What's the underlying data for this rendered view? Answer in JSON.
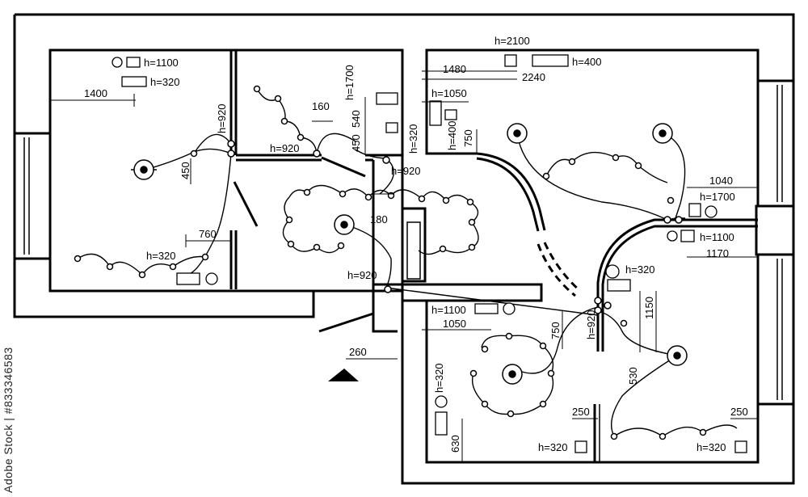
{
  "watermark": "Adobe Stock | #833346583",
  "dimensions": {
    "d_h1100_top": "h=1100",
    "d_h320_top": "h=320",
    "d_1400": "1400",
    "d_920_v": "h=920",
    "d_450": "450",
    "d_760": "760",
    "d_h320_left": "h=320",
    "d_h1700": "h=1700",
    "d_160": "160",
    "d_450b": "450",
    "d_540": "540",
    "d_h920_mid": "h=920",
    "d_h920_b": "h=920",
    "d_180": "180",
    "d_h320_v": "h=320",
    "d_h920_door": "h=920",
    "d_260": "260",
    "d_h2100": "h=2100",
    "d_1480": "1480",
    "d_2240": "2240",
    "d_h400": "h=400",
    "d_h1050": "h=1050",
    "d_h400_v": "h=400",
    "d_750": "750",
    "d_1040": "1040",
    "d_h1700_r": "h=1700",
    "d_h1100_r": "h=1100",
    "d_1170": "1170",
    "d_h320_r": "h=320",
    "d_1150": "1150",
    "d_750b": "750",
    "d_h920_r": "h=920",
    "d_530": "530",
    "d_h1100_b": "h=1100",
    "d_1050": "1050",
    "d_h320_bl": "h=320",
    "d_630": "630",
    "d_250a": "250",
    "d_250b": "250",
    "d_h320_bm": "h=320",
    "d_h320_br": "h=320"
  }
}
